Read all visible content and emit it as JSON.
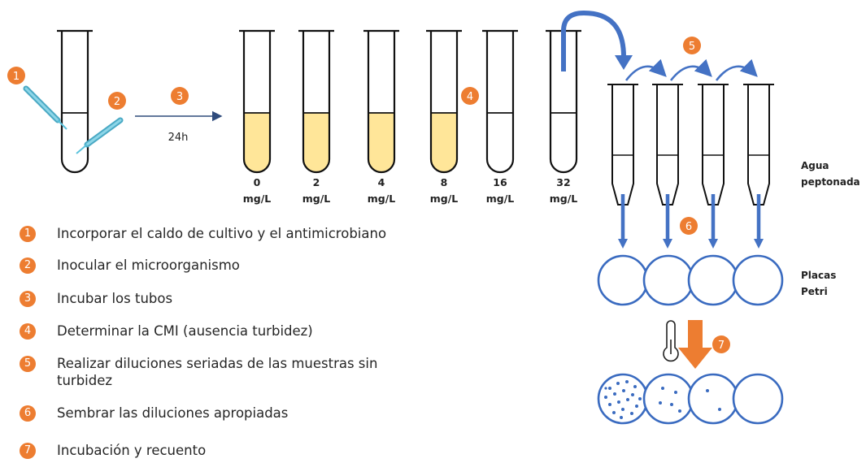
{
  "colors": {
    "orange": "#ed7d31",
    "blue": "#4472c4",
    "broth": "#ffe699",
    "pipette": "#5bc2dc"
  },
  "icons": [
    "pipette-icon",
    "test-tube-icon",
    "arrow-icon",
    "petri-dish-icon",
    "thermometer-icon"
  ],
  "steps": {
    "s1": "1",
    "s2": "2",
    "s3": "3",
    "s4": "4",
    "s5": "5",
    "s6": "6",
    "s7": "7"
  },
  "incubation": {
    "time": "24h"
  },
  "mic_tubes": [
    {
      "concentration": "0",
      "unit": "mg/L",
      "turbid": true
    },
    {
      "concentration": "2",
      "unit": "mg/L",
      "turbid": true
    },
    {
      "concentration": "4",
      "unit": "mg/L",
      "turbid": true
    },
    {
      "concentration": "8",
      "unit": "mg/L",
      "turbid": true
    },
    {
      "concentration": "16",
      "unit": "mg/L",
      "turbid": false
    },
    {
      "concentration": "32",
      "unit": "mg/L",
      "turbid": false
    }
  ],
  "labels": {
    "peptone_line1": "Agua",
    "peptone_line2": "peptonada",
    "petri_line1": "Placas",
    "petri_line2": "Petri"
  },
  "colony_counts_description": [
    "many",
    "some",
    "few",
    "none"
  ],
  "legend": [
    {
      "num": "1",
      "text": "Incorporar el caldo de cultivo y el antimicrobiano"
    },
    {
      "num": "2",
      "text": "Inocular el microorganismo"
    },
    {
      "num": "3",
      "text": "Incubar los tubos"
    },
    {
      "num": "4",
      "text": "Determinar la CMI (ausencia turbidez)"
    },
    {
      "num": "5",
      "text": "Realizar diluciones seriadas de las muestras sin turbidez"
    },
    {
      "num": "6",
      "text": "Sembrar las diluciones apropiadas"
    },
    {
      "num": "7",
      "text": "Incubación y recuento"
    }
  ]
}
